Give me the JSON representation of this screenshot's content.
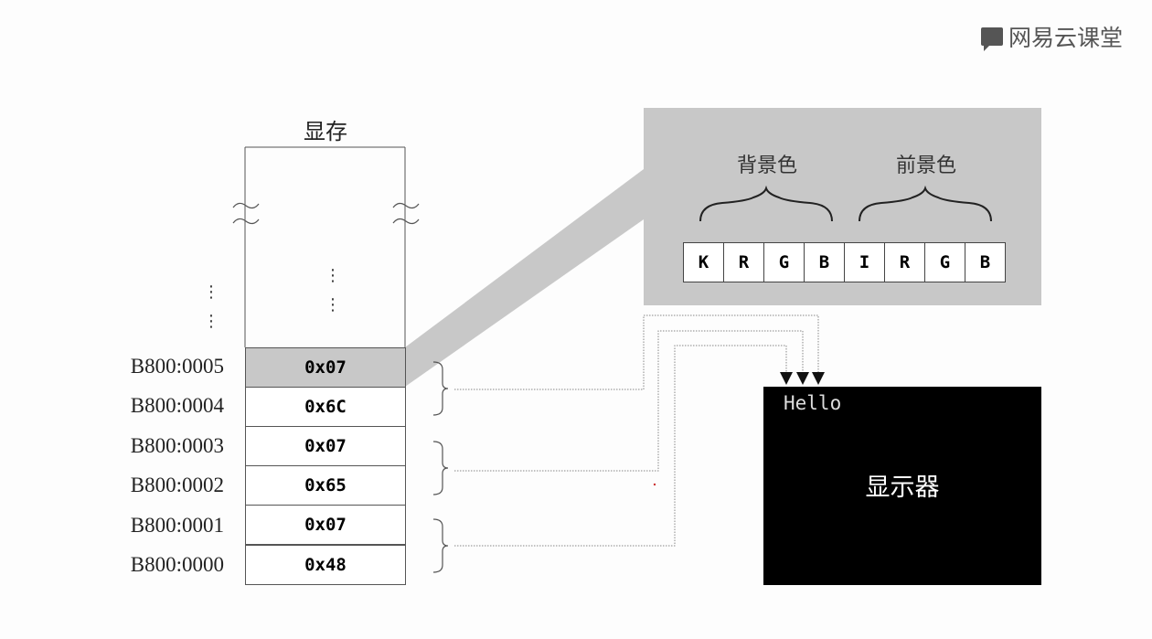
{
  "brand": {
    "logo_text": "网易云课堂",
    "icon": "book-icon"
  },
  "memory": {
    "title": "显存",
    "rows": [
      {
        "address": "B800:0005",
        "value": "0x07",
        "highlighted": true
      },
      {
        "address": "B800:0004",
        "value": "0x6C",
        "highlighted": false
      },
      {
        "address": "B800:0003",
        "value": "0x07",
        "highlighted": false
      },
      {
        "address": "B800:0002",
        "value": "0x65",
        "highlighted": false
      },
      {
        "address": "B800:0001",
        "value": "0x07",
        "highlighted": false
      },
      {
        "address": "B800:0000",
        "value": "0x48",
        "highlighted": false
      }
    ]
  },
  "attribute": {
    "background_label": "背景色",
    "foreground_label": "前景色",
    "bits": [
      "K",
      "R",
      "G",
      "B",
      "I",
      "R",
      "G",
      "B"
    ]
  },
  "display": {
    "screen_text": "Hello",
    "label": "显示器"
  },
  "colors": {
    "highlight": "#c8c8c8",
    "panel": "#c8c8c8",
    "monitor": "#000000"
  }
}
